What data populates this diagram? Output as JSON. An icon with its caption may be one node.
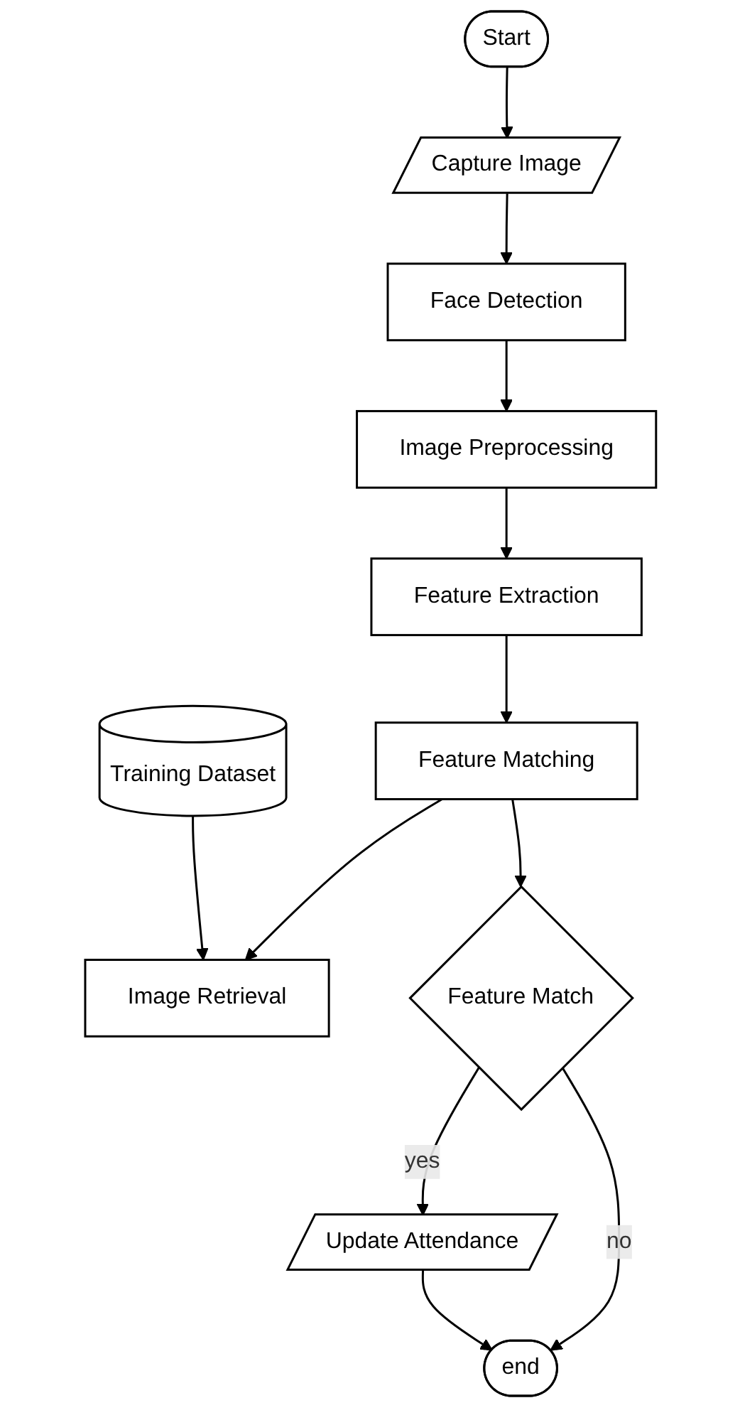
{
  "diagram": {
    "nodes": [
      {
        "text": [
          "Start"
        ]
      },
      {
        "text": [
          "Capture Image"
        ]
      },
      {
        "text": [
          "Face Detection"
        ]
      },
      {
        "text": [
          "Image Preprocessing"
        ]
      },
      {
        "text": [
          "Feature Extraction"
        ]
      },
      {
        "text": [
          "Feature Matching"
        ]
      },
      {
        "text": [
          "Training Dataset"
        ]
      },
      {
        "text": [
          "Image Retrieval"
        ]
      },
      {
        "text": [
          "Feature Match"
        ]
      },
      {
        "text": [
          "Update Attendance"
        ]
      },
      {
        "text": [
          "end"
        ]
      }
    ],
    "edges": [
      {
        "from": 0,
        "to": 1,
        "arrow": "to"
      },
      {
        "from": 1,
        "to": 2,
        "arrow": "to"
      },
      {
        "from": 2,
        "to": 3,
        "arrow": "to"
      },
      {
        "from": 3,
        "to": 4,
        "arrow": "to"
      },
      {
        "from": 4,
        "to": 5,
        "arrow": "to"
      },
      {
        "from": 5,
        "to": 7,
        "arrow": "to"
      },
      {
        "from": 6,
        "to": 7,
        "arrow": "to"
      },
      {
        "from": 5,
        "to": 8,
        "arrow": "to"
      },
      {
        "from": 8,
        "to": 9,
        "arrow": "to",
        "label": "yes"
      },
      {
        "from": 8,
        "to": 10,
        "arrow": "to",
        "label": "no"
      },
      {
        "from": 9,
        "to": 10,
        "arrow": "to"
      }
    ]
  }
}
